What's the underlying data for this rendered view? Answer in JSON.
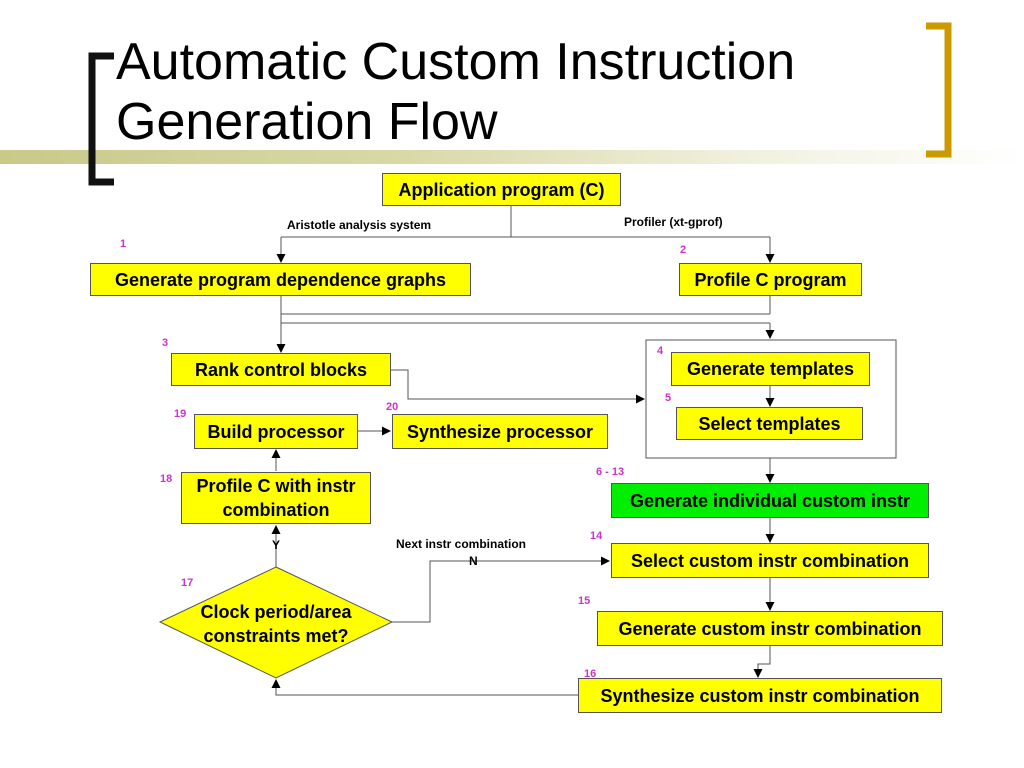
{
  "slide": {
    "title": "Automatic Custom Instruction Generation Flow"
  },
  "nodes": {
    "app": "Application program (C)",
    "gen_pdg": "Generate program dependence graphs",
    "profile_c": "Profile C program",
    "rank": "Rank control blocks",
    "gen_templates": "Generate templates",
    "select_templates": "Select templates",
    "build_proc": "Build processor",
    "synth_proc": "Synthesize processor",
    "profile_instr": "Profile C with instr combination",
    "gen_individual": "Generate individual custom instr",
    "select_combo": "Select custom instr combination",
    "gen_combo": "Generate custom instr combination",
    "synth_combo": "Synthesize custom instr combination",
    "decision": "Clock period/area constraints met?"
  },
  "numbers": {
    "n1": "1",
    "n2": "2",
    "n3": "3",
    "n4": "4",
    "n5": "5",
    "n6_13": "6 - 13",
    "n14": "14",
    "n15": "15",
    "n16": "16",
    "n17": "17",
    "n18": "18",
    "n19": "19",
    "n20": "20"
  },
  "edge_labels": {
    "aristotle": "Aristotle analysis system",
    "profiler": "Profiler (xt-gprof)",
    "next_instr": "Next instr combination",
    "no": "N",
    "yes": "Y"
  },
  "colors": {
    "node_fill": "#ffff00",
    "highlight_fill": "#00ee00",
    "step_number": "#cc33cc",
    "bracket": "#cc9900"
  }
}
